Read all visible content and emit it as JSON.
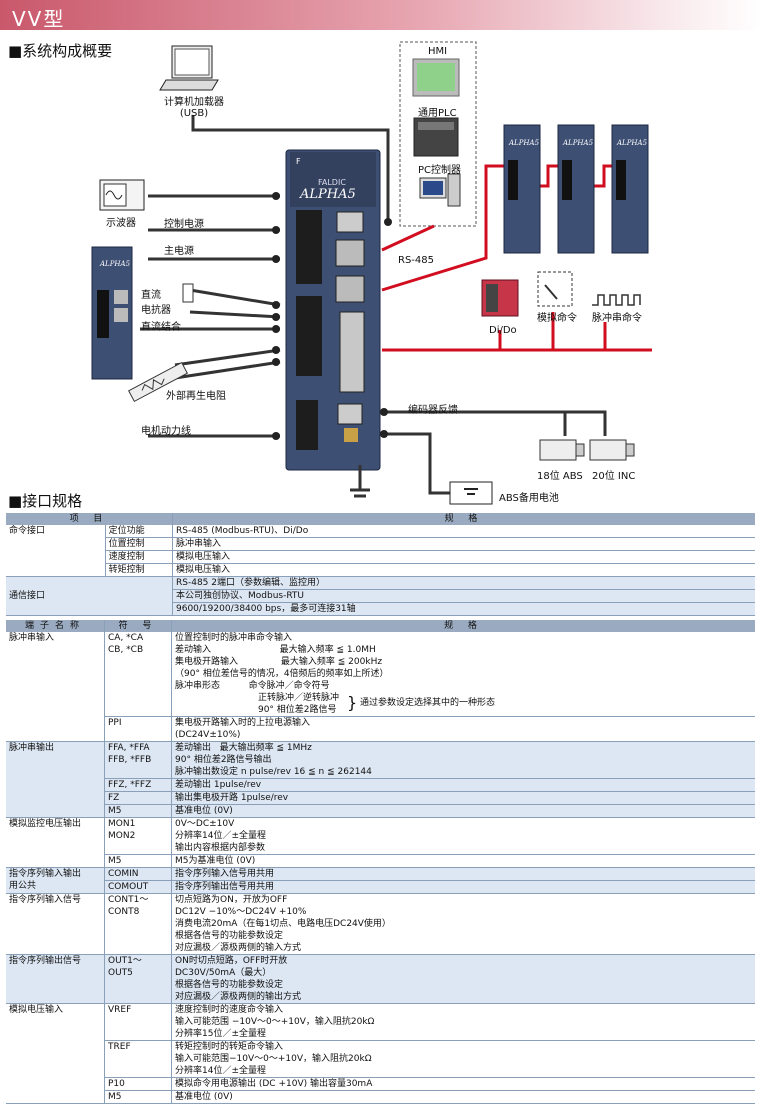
{
  "header": {
    "title": "VV型"
  },
  "section_system": "■系统构成概要",
  "section_interface": "■接口规格",
  "diagram": {
    "pc": [
      "计算机加载器",
      "(USB)"
    ],
    "hmi": "HMI",
    "plc": "通用PLC",
    "pc_ctrl": "PC控制器",
    "osc": "示波器",
    "ctrl_power": "控制电源",
    "main_power": "主电源",
    "dc_reactor": [
      "直流",
      "电抗器"
    ],
    "dc_coupling": "直流结合",
    "ext_resistor": "外部再生电阻",
    "motor_power": "电机动力线",
    "rs485": "RS-485",
    "dido": "Di/Do",
    "analog_cmd": "模拟命令",
    "pulse_cmd": "脉冲串命令",
    "encoder": "编码器反馈",
    "abs18": "18位 ABS",
    "inc20": "20位 INC",
    "abs_battery": "ABS备用电池",
    "brand": "FALDIC",
    "model": "ALPHA5"
  },
  "table1": {
    "headers": [
      "项 目",
      "规 格"
    ],
    "command": {
      "name": "命令接口",
      "rows": [
        {
          "sub": "定位功能",
          "spec": "RS-485 (Modbus-RTU)、Di/Do"
        },
        {
          "sub": "位置控制",
          "spec": "脉冲串输入"
        },
        {
          "sub": "速度控制",
          "spec": "模拟电压输入"
        },
        {
          "sub": "转矩控制",
          "spec": "模拟电压输入"
        }
      ]
    },
    "comm": {
      "name": "通信接口",
      "lines": [
        "RS-485 2端口（参数编辑、监控用）",
        "本公司独创协议、Modbus-RTU",
        "9600/19200/38400 bps，最多可连接31轴"
      ]
    }
  },
  "table2": {
    "headers": [
      "端子名称",
      "符 号",
      "规 格"
    ],
    "pulse_in": {
      "name": "脉冲串输入",
      "sym": "CA, *CA\nCB, *CB",
      "spec": "位置控制时的脉冲串命令输入\n差动输入                        最大输入频率 ≦ 1.0MH\n集电极开路输入               最大输入频率 ≦ 200kHz\n（90° 相位差信号的情况，4倍频后的频率如上所述）\n脉冲串形态          命令脉冲／命令符号\n                             正转脉冲／逆转脉冲\n                             90° 相位差2路信号",
      "note": "通过参数设定选择其中的一种形态",
      "ppi_sym": "PPI",
      "ppi_spec": "集电极开路输入时的上拉电源输入\n(DC24V±10%)"
    },
    "pulse_out": {
      "name": "脉冲串输出",
      "rows": [
        {
          "sym": "FFA, *FFA\nFFB, *FFB",
          "spec": "差动输出   最大输出频率 ≦ 1MHz\n90° 相位差2路信号输出\n脉冲输出数设定 n pulse/rev 16 ≦ n ≦ 262144"
        },
        {
          "sym": "FFZ, *FFZ",
          "spec": "差动输出 1pulse/rev"
        },
        {
          "sym": "FZ",
          "spec": "输出集电极开路 1pulse/rev"
        },
        {
          "sym": "M5",
          "spec": "基准电位 (0V)"
        }
      ]
    },
    "monitor": {
      "name": "模拟监控电压输出",
      "rows": [
        {
          "sym": "MON1\nMON2",
          "spec": "0V～DC±10V\n分辨率14位／±全量程\n输出内容根据内部参数"
        },
        {
          "sym": "M5",
          "spec": "M5为基准电位 (0V)"
        }
      ]
    },
    "common": {
      "name": "指令序列输入输出\n用公共",
      "rows": [
        {
          "sym": "COMIN",
          "spec": "指令序列输入信号用共用"
        },
        {
          "sym": "COMOUT",
          "spec": "指令序列输出信号用共用"
        }
      ]
    },
    "seq_in": {
      "name": "指令序列输入信号",
      "sym": "CONT1～\nCONT8",
      "spec": "切点短路为ON，开放为OFF\nDC12V −10%～DC24V +10%\n消费电流20mA（在每1切点、电路电压DC24V使用）\n根据各信号的功能参数设定\n对应漏极／源极两侧的输入方式"
    },
    "seq_out": {
      "name": "指令序列输出信号",
      "sym": "OUT1～\nOUT5",
      "spec": "ON时切点短路，OFF时开放\nDC30V/50mA（最大）\n根据各信号的功能参数设定\n对应漏极／源极两侧的输出方式"
    },
    "analog_in": {
      "name": "模拟电压输入",
      "rows": [
        {
          "sym": "VREF",
          "spec": "速度控制时的速度命令输入\n输入可能范围 −10V～0～+10V，输入阻抗20kΩ\n分辨率15位／±全量程"
        },
        {
          "sym": "TREF",
          "spec": "转矩控制时的转矩命令输入\n输入可能范围−10V～0～+10V，输入阻抗20kΩ\n分辨率14位／±全量程"
        },
        {
          "sym": "P10",
          "spec": "模拟命令用电源输出 (DC +10V) 输出容量30mA"
        },
        {
          "sym": "M5",
          "spec": "基准电位 (0V)"
        }
      ]
    }
  }
}
